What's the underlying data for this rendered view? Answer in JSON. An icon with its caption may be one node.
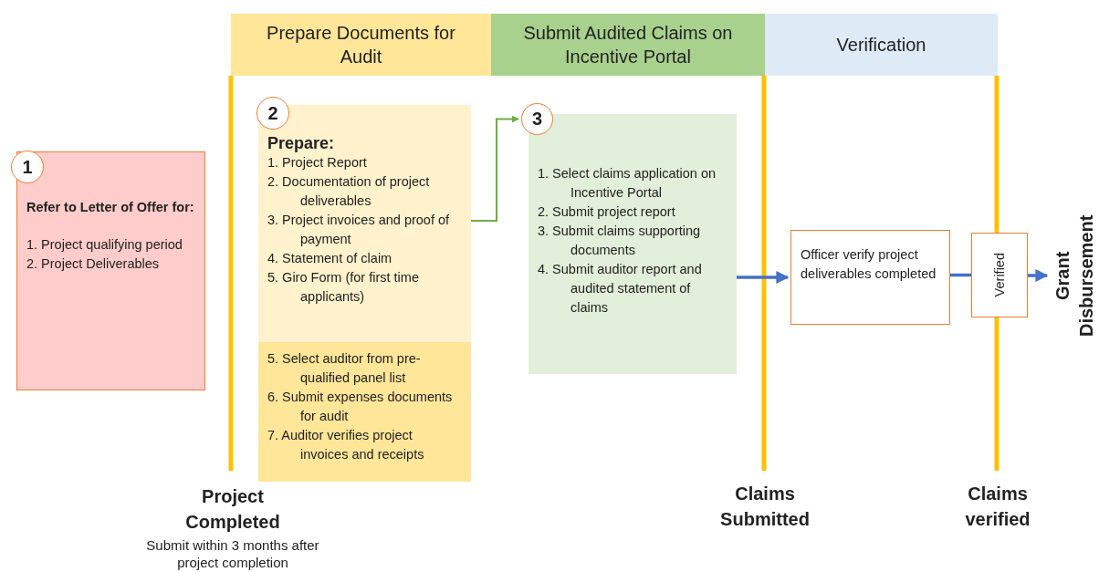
{
  "diagram": {
    "nodes": [
      {
        "text": [
          "Prepare Documents for Audit"
        ]
      },
      {
        "text": [
          "Submit Audited Claims on Incentive Portal"
        ]
      },
      {
        "text": [
          "Verification"
        ]
      },
      {
        "text": [
          "1"
        ]
      },
      {
        "text": [
          "Refer to Letter of Offer for:",
          "1. Project qualifying period",
          "2. Project Deliverables"
        ]
      },
      {
        "text": [
          "2"
        ]
      },
      {
        "text": [
          "Prepare:",
          "1. Project Report",
          "2. Documentation of project deliverables",
          "3. Project invoices and proof of payment",
          "4. Statement of claim",
          "5. Giro Form (for first time applicants)"
        ]
      },
      {
        "text": [
          "5. Select auditor from pre-qualified panel list",
          "6. Submit expenses documents for audit",
          "7. Auditor verifies project invoices and receipts"
        ]
      },
      {
        "text": [
          "3"
        ]
      },
      {
        "text": [
          "1. Select claims application on Incentive Portal",
          "2. Submit project report",
          "3. Submit claims supporting documents",
          "4. Submit auditor report and audited statement of claims"
        ]
      },
      {
        "text": [
          "Officer verify project deliverables completed"
        ]
      },
      {
        "text": [
          "Verified"
        ]
      },
      {
        "text": [
          "Grant Disbursement"
        ]
      }
    ],
    "edges": [
      {
        "from": 6,
        "to": 8,
        "arrow": "to",
        "color": "#70ad47"
      },
      {
        "from": 9,
        "to": 10,
        "arrow": "to"
      },
      {
        "from": 10,
        "to": 11,
        "arrow": "none"
      },
      {
        "from": 11,
        "to": 12,
        "arrow": "to"
      }
    ],
    "labels": [
      "Project Completed",
      "Submit within 3 months after project completion",
      "Claims Submitted",
      "Claims verified"
    ]
  }
}
